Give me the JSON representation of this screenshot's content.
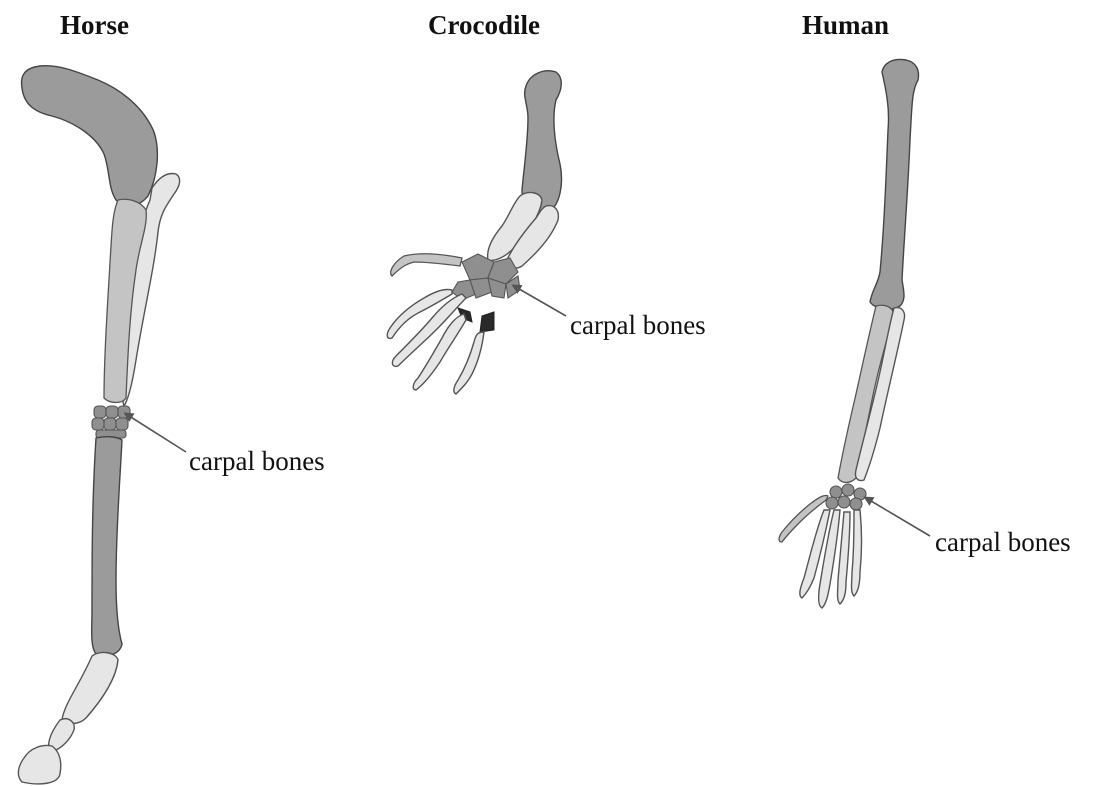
{
  "panels": [
    {
      "animal": "Horse",
      "annotation": "carpal bones"
    },
    {
      "animal": "Crocodile",
      "annotation": "carpal bones"
    },
    {
      "animal": "Human",
      "annotation": "carpal bones"
    }
  ],
  "colors": {
    "dark_bone": "#9b9b9b",
    "light_bone": "#e6e6e6",
    "mid_bone": "#c4c4c4",
    "carpal": "#8f8f8f",
    "highlight": "#2a2a2a",
    "arrow": "#555555"
  }
}
